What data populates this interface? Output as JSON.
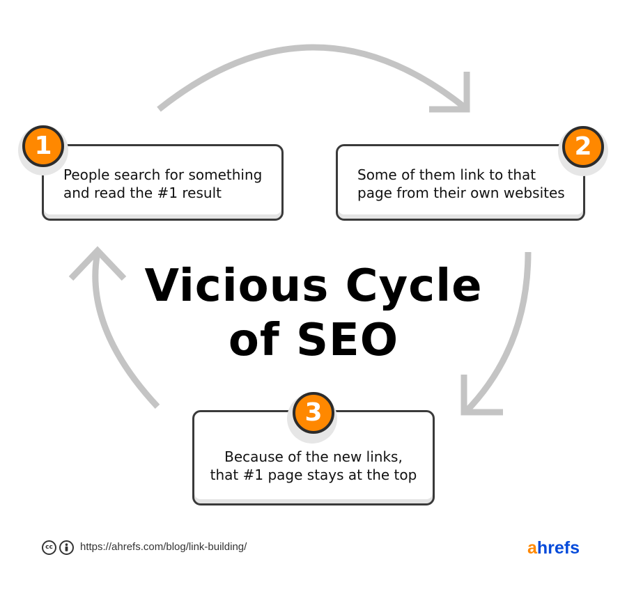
{
  "colors": {
    "accent": "#ff8800",
    "arrow": "#c4c4c4",
    "border": "#3a3a3a",
    "brand_blue": "#054ada"
  },
  "title": {
    "line1": "Vicious Cycle",
    "line2": "of SEO"
  },
  "steps": [
    {
      "number": "1",
      "line1": "People search for something",
      "line2": "and read the #1 result"
    },
    {
      "number": "2",
      "line1": "Some of them link to that",
      "line2": "page from their own websites"
    },
    {
      "number": "3",
      "line1": "Because of the new links,",
      "line2": "that #1 page stays at the top"
    }
  ],
  "footer": {
    "license_icons": [
      "cc-icon",
      "attribution-icon"
    ],
    "cc_glyph": "cc",
    "url": "https://ahrefs.com/blog/link-building/",
    "logo_first": "a",
    "logo_rest": "hrefs"
  }
}
